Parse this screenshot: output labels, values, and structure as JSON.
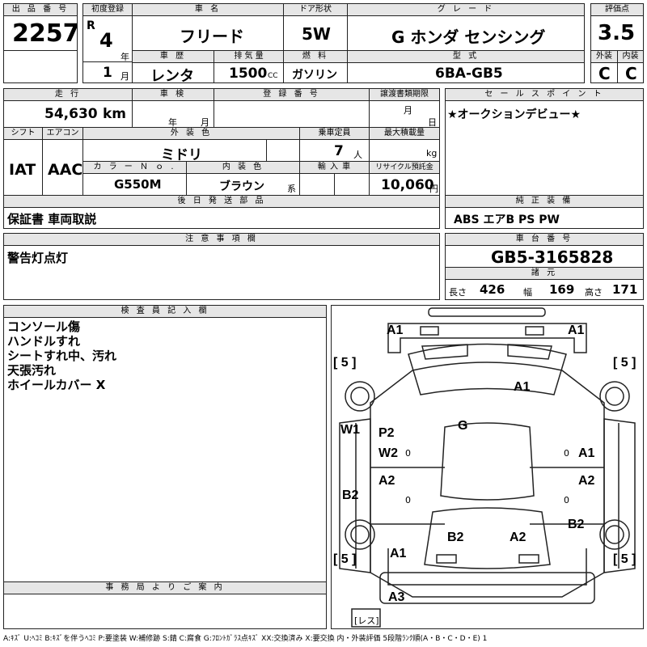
{
  "lot": {
    "header": "出 品 番 号",
    "value": "2257"
  },
  "first_reg": {
    "header": "初度登録",
    "era": "R",
    "year": "4",
    "year_unit": "年",
    "month": "1",
    "month_unit": "月"
  },
  "car_name": {
    "header": "車 名",
    "value": "フリード"
  },
  "door": {
    "header": "ドア形状",
    "value": "5W"
  },
  "grade": {
    "header": "グ レ ー ド",
    "value": "G ホンダ センシング"
  },
  "score": {
    "header": "評価点",
    "value": "3.5"
  },
  "history": {
    "header": "車 歴",
    "value": "レンタ"
  },
  "displacement": {
    "header": "排 気 量",
    "value": "1500",
    "unit": "CC"
  },
  "fuel": {
    "header": "燃 料",
    "value": "ガソリン"
  },
  "model_code": {
    "header": "型 式",
    "value": "6BA-GB5"
  },
  "exterior_grade": {
    "header": "外装",
    "value": "C"
  },
  "interior_grade": {
    "header": "内装",
    "value": "C"
  },
  "mileage": {
    "header": "走 行",
    "value": "54,630",
    "unit": "km"
  },
  "inspection": {
    "header": "車 検",
    "year_unit": "年",
    "month_unit": "月"
  },
  "reg_number": {
    "header": "登 録 番 号"
  },
  "transfer_deadline": {
    "header": "譲渡書類期限",
    "day_unit": "日",
    "month_unit": "月"
  },
  "sales_point": {
    "header": "セ ー ル ス ポ イ ン ト",
    "text": "★オークションデビュー★"
  },
  "shift": {
    "header": "シフト",
    "value": "IAT"
  },
  "aircon": {
    "header": "エアコン",
    "value": "AAC"
  },
  "ext_color": {
    "header": "外 装 色",
    "value": "ミドリ"
  },
  "capacity": {
    "header": "乗車定員",
    "value": "7",
    "unit": "人"
  },
  "max_load": {
    "header": "最大積載量",
    "unit": "kg"
  },
  "color_no": {
    "header": "カ ラ ー Ｎ ｏ .",
    "value": "G550M"
  },
  "int_color": {
    "header": "内 装 色",
    "value": "ブラウン",
    "unit": "系"
  },
  "import": {
    "header": "輸 入 車"
  },
  "recycle": {
    "header": "リサイクル預託金",
    "value": "10,060",
    "unit": "円"
  },
  "later_items": {
    "header": "後 日 発 送 部 品",
    "value": "保証書 車両取説"
  },
  "equipment": {
    "header": "純 正 装 備",
    "value": "ABS エアB PS PW"
  },
  "caution": {
    "header": "注 意 事 項 欄",
    "value": "警告灯点灯"
  },
  "chassis": {
    "header": "車 台 番 号",
    "value": "GB5-3165828"
  },
  "specs": {
    "header": "諸 元",
    "length_label": "長さ",
    "length": "426",
    "width_label": "幅",
    "width": "169",
    "height_label": "高さ",
    "height": "171"
  },
  "inspector": {
    "header": "検 査 員 記 入 欄",
    "lines": [
      "コンソール傷",
      "ハンドルすれ",
      "シートすれ中、汚れ",
      "天張汚れ",
      "ホイールカバー X"
    ]
  },
  "office": {
    "header": "事 務 局 よ り ご 案 内"
  },
  "diagram": {
    "tire_front_left": "5",
    "tire_front_right": "5",
    "tire_rear_left": "5",
    "tire_rear_right": "5",
    "no_spare": "[レス]",
    "marks": [
      "A1",
      "A1",
      "A1",
      "G",
      "W1",
      "P2",
      "W2",
      "A1",
      "A2",
      "A2",
      "B2",
      "B2",
      "B2",
      "A2",
      "A1",
      "A3",
      "0",
      "0",
      "0",
      "0"
    ]
  },
  "legend": "A:ｷｽﾞ U:ﾍｺﾐ B:ｷｽﾞを伴うﾍｺﾐ P:要塗装 W:補修跡 S:錆 C:腐食 G:ﾌﾛﾝﾄｶﾞﾗｽ点ｷｽﾞ XX:交換済み X:要交換 内・外装評価 5段階ﾗﾝｸ順(A・B・C・D・E) 1"
}
